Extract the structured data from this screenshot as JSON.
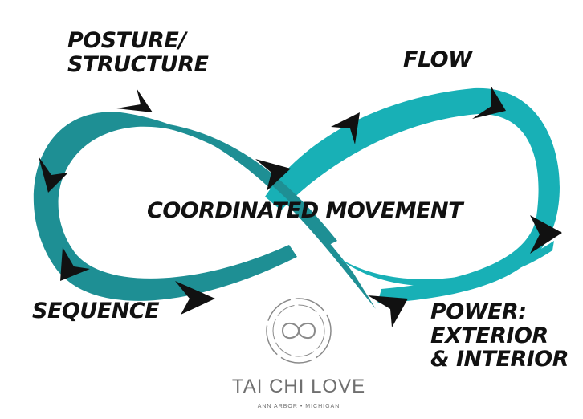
{
  "labels": {
    "posture_line1": "POSTURE/",
    "posture_line2": "STRUCTURE",
    "flow": "FLOW",
    "center": "COORDINATED MOVEMENT",
    "sequence": "SEQUENCE",
    "power_line1": "POWER:",
    "power_line2": "EXTERIOR",
    "power_line3": "& INTERIOR"
  },
  "brand": {
    "name": "TAI CHI LOVE",
    "tagline": "ANN ARBOR • MICHIGAN"
  },
  "colors": {
    "left_loop": "#1e8f94",
    "right_loop": "#18b0b6",
    "arrow": "#111111",
    "logo": "#8a8a8a"
  }
}
